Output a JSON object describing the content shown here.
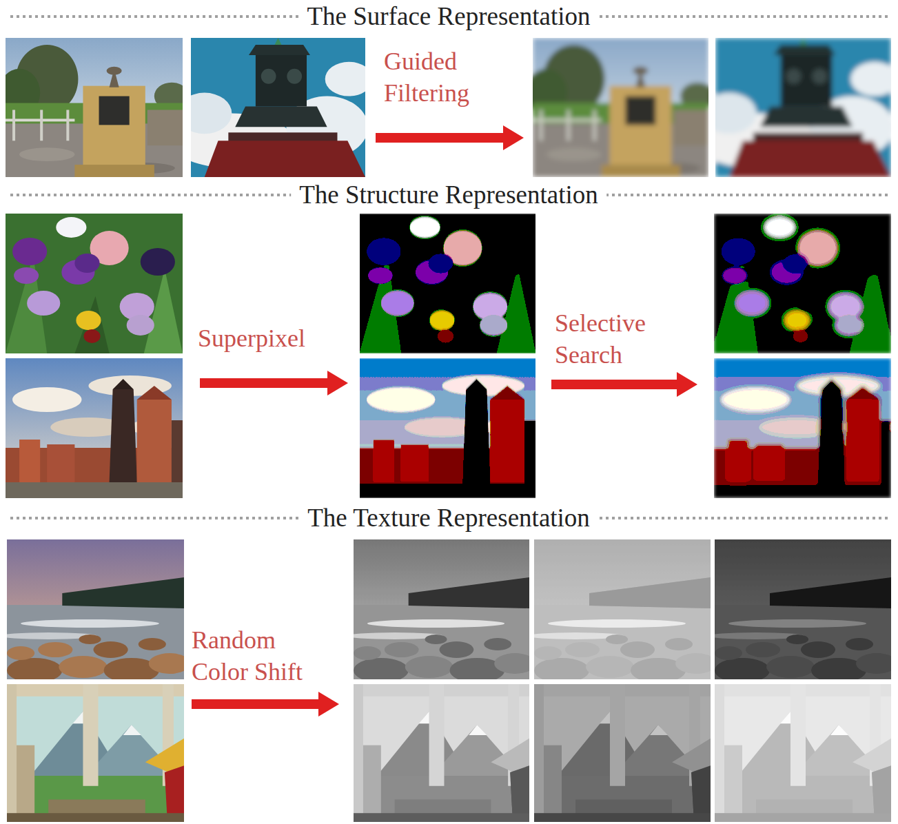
{
  "diagram": {
    "labels": [
      "The Surface Representation",
      "Guided Filtering",
      "The Structure Representation",
      "Superpixel",
      "Selective Search",
      "The Texture Representation",
      "Random Color Shift"
    ]
  }
}
